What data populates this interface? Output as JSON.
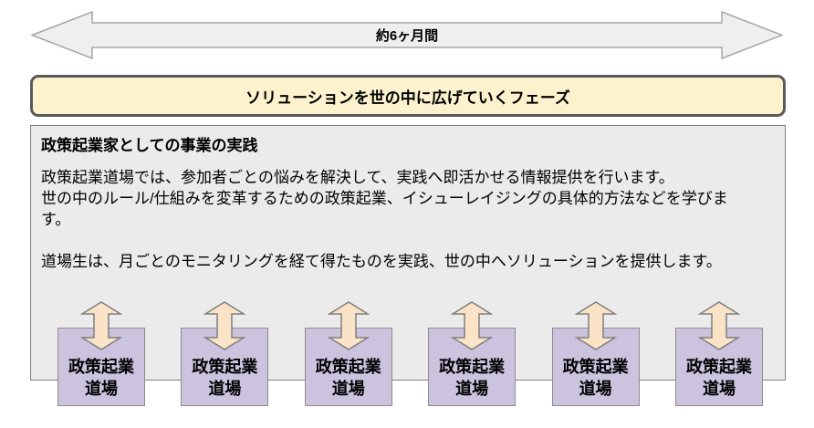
{
  "duration_arrow": {
    "label": "約6ヶ月間"
  },
  "phase_banner": {
    "label": "ソリューションを世の中に広げていくフェーズ"
  },
  "main_panel": {
    "heading": "政策起業家としての事業の実践",
    "para1_lines": [
      "政策起業道場では、参加者ごとの悩みを解決して、実践へ即活かせる情報提供を行います。",
      "世の中のルール/仕組みを変革するための政策起業、イシューレイジングの具体的方法などを学びま",
      "す。"
    ],
    "para2": "道場生は、月ごとのモニタリングを経て得たものを実践、世の中へソリューションを提供します。"
  },
  "dojo_boxes": [
    {
      "line1": "政策起業",
      "line2": "道場"
    },
    {
      "line1": "政策起業",
      "line2": "道場"
    },
    {
      "line1": "政策起業",
      "line2": "道場"
    },
    {
      "line1": "政策起業",
      "line2": "道場"
    },
    {
      "line1": "政策起業",
      "line2": "道場"
    },
    {
      "line1": "政策起業",
      "line2": "道場"
    }
  ],
  "colors": {
    "banner_fill": "#FDF2CE",
    "banner_border": "#595959",
    "panel_fill": "#ECEBEB",
    "panel_border": "#7F7F7F",
    "duration_arrow_fill": "#EFEFEF",
    "duration_arrow_border": "#A6A6A6",
    "dojo_box_fill": "#CCC3DF",
    "dojo_box_border": "#8C8C8C",
    "updown_arrow_fill": "#FAE3C6",
    "updown_arrow_border": "#7F7F7F"
  }
}
